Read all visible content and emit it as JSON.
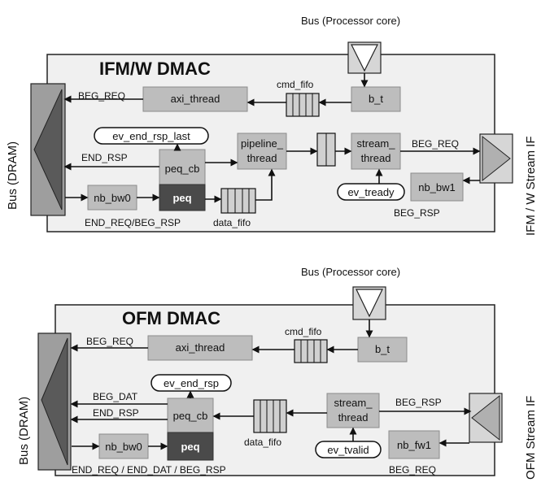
{
  "top": {
    "title": "IFM/W DMAC",
    "bus_top": "Bus (Processor core)",
    "bus_left": "Bus (DRAM)",
    "bus_right": "IFM / W Stream IF",
    "axi_thread": "axi_thread",
    "cmd_fifo": "cmd_fifo",
    "b_t": "b_t",
    "ev_end_rsp_last": "ev_end_rsp_last",
    "peq_cb": "peq_cb",
    "peq": "peq",
    "pipeline_line1": "pipeline_",
    "pipeline_line2": "thread",
    "stream_line1": "stream_",
    "stream_line2": "thread",
    "nb_bw0": "nb_bw0",
    "nb_bw1": "nb_bw1",
    "ev_tready": "ev_tready",
    "beg_req_left": "BEG_REQ",
    "end_rsp_left": "END_RSP",
    "beg_req_right": "BEG_REQ",
    "beg_rsp_right": "BEG_RSP",
    "end_req_beg_rsp": "END_REQ/BEG_RSP",
    "data_fifo": "data_fifo"
  },
  "bottom": {
    "title": "OFM DMAC",
    "bus_top": "Bus (Processor core)",
    "bus_left": "Bus (DRAM)",
    "bus_right": "OFM Stream IF",
    "axi_thread": "axi_thread",
    "cmd_fifo": "cmd_fifo",
    "b_t": "b_t",
    "ev_end_rsp": "ev_end_rsp",
    "peq_cb": "peq_cb",
    "peq": "peq",
    "stream_line1": "stream_",
    "stream_line2": "thread",
    "nb_bw0": "nb_bw0",
    "nb_fw1": "nb_fw1",
    "ev_tvalid": "ev_tvalid",
    "beg_req_left": "BEG_REQ",
    "beg_dat_left": "BEG_DAT",
    "end_rsp_left": "END_RSP",
    "beg_rsp_right": "BEG_RSP",
    "beg_req_right": "BEG_REQ",
    "end_req_end_dat": "END_REQ / END_DAT / BEG_RSP",
    "data_fifo": "data_fifo"
  }
}
